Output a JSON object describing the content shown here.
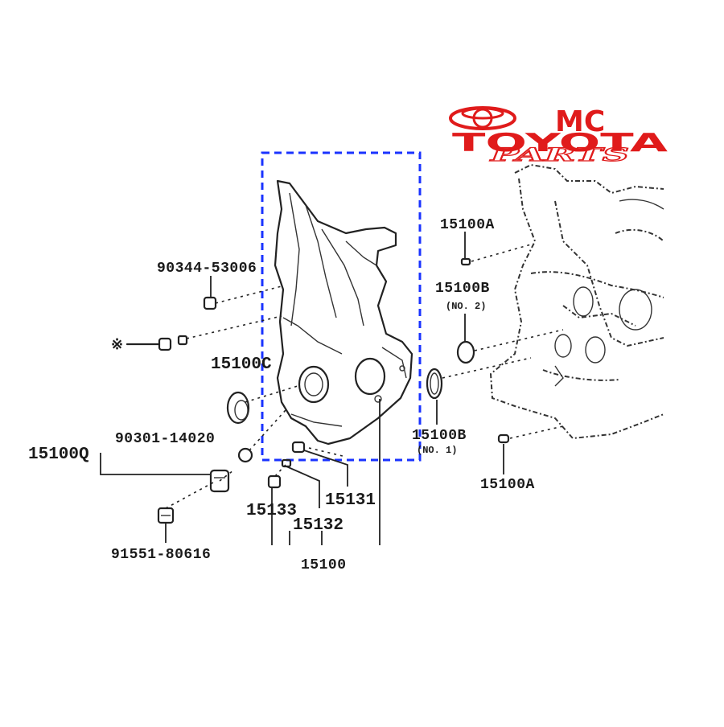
{
  "logo": {
    "mc_text": "MC",
    "brand_text": "TOYOTA",
    "parts_text": "PARTS",
    "color": "#e01b1b",
    "icon": "toyota-emblem-icon"
  },
  "selection": {
    "color": "#1a33ff",
    "style": "dashed"
  },
  "labels": {
    "p15100A_top": "15100A",
    "p15100B_no2": "15100B",
    "note_no2": "(NO. 2)",
    "p90344": "90344-53006",
    "p15100C": "15100C",
    "p90301": "90301-14020",
    "p15100Q": "15100Q",
    "p15100B_no1": "15100B",
    "note_no1": "(NO. 1)",
    "p15100A_bottom": "15100A",
    "p15133": "15133",
    "p15131": "15131",
    "p15132": "15132",
    "p15100": "15100",
    "p91551": "91551-80616",
    "asterisk_mark": "※"
  }
}
